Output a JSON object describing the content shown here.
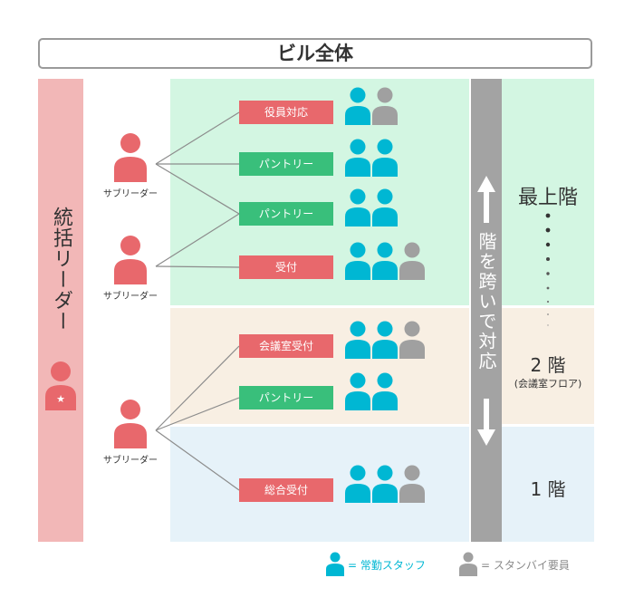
{
  "title": "ビル全体",
  "leader": {
    "label": "統括リーダー"
  },
  "sub_leader_label": "サブリーダー",
  "vertical_arrow_label": "階を跨いで対応",
  "floors": {
    "top": "最上階",
    "middle": "2 階",
    "middle_note": "(会議室フロア)",
    "bottom": "1 階"
  },
  "tasks": [
    {
      "label": "役員対応",
      "color": "red",
      "staff": [
        "regular",
        "standby"
      ]
    },
    {
      "label": "パントリー",
      "color": "green",
      "staff": [
        "regular",
        "regular"
      ]
    },
    {
      "label": "パントリー",
      "color": "green",
      "staff": [
        "regular",
        "regular"
      ]
    },
    {
      "label": "受付",
      "color": "red",
      "staff": [
        "regular",
        "regular",
        "standby"
      ]
    },
    {
      "label": "会議室受付",
      "color": "red",
      "staff": [
        "regular",
        "regular",
        "standby"
      ]
    },
    {
      "label": "パントリー",
      "color": "green",
      "staff": [
        "regular",
        "regular"
      ]
    },
    {
      "label": "総合受付",
      "color": "red",
      "staff": [
        "regular",
        "regular",
        "standby"
      ]
    }
  ],
  "legend": {
    "regular": "= 常勤スタッフ",
    "standby": "= スタンバイ要員"
  },
  "colors": {
    "regular": "#00b7d3",
    "standby": "#a0a0a0",
    "leader": "#e8686c",
    "green": "#39bf7b",
    "red": "#e8686c"
  }
}
